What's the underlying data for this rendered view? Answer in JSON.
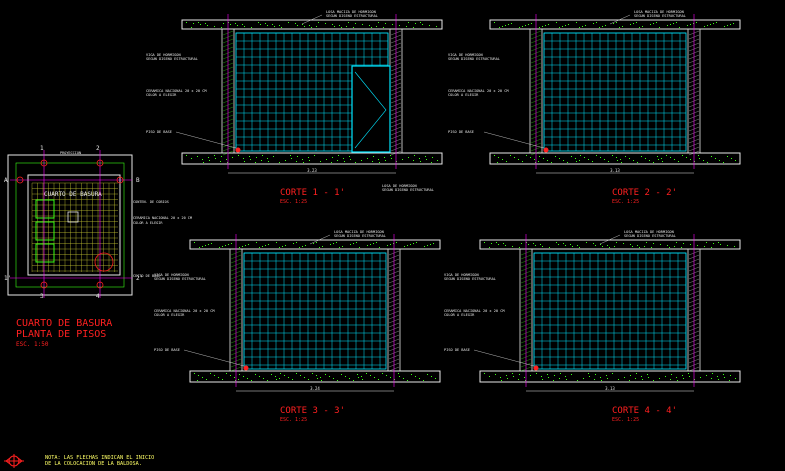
{
  "colors": {
    "background": "#000000",
    "tile_grid": "#00e5ff",
    "wall_white": "#e8e8e8",
    "slab_green": "#39ff14",
    "title_red": "#ff2020",
    "axis_magenta": "#ff00ff",
    "notes_yellow": "#ffff66",
    "tile_plan": "#c8c832"
  },
  "plan": {
    "title": "CUARTO DE BASURA",
    "subtitle": "PLANTA DE PISOS",
    "scale": "ESC. 1:50",
    "room_label": "CUARTO DE BASURA",
    "note_top": "PROYECCION",
    "note_right1": "CONTEN. DE COBIOS",
    "note_right2": "CERAMICA NACIONAL 20 x 20 CM",
    "note_right3": "COLOR A ELEGIR",
    "note_bottom_right": "CESTO DE BASE",
    "axis_labels": [
      "1",
      "2",
      "3",
      "4",
      "A",
      "B",
      "1'",
      "2'"
    ]
  },
  "sections": [
    {
      "title": "CORTE 1 - 1'",
      "scale": "ESC. 1:25",
      "note_top": "LOSA MACIZA DE HORMIGON",
      "note_top2": "SEGUN DISENO ESTRUCTURAL",
      "note_beam1": "VIGA DE HORMIGON",
      "note_beam2": "SEGUN DISENO ESTRUCTURAL",
      "note_tile1": "CERAMICA NACIONAL 20 x 20 CM",
      "note_tile2": "COLOR A ELEGIR",
      "note_floor": "PISO DE BASE",
      "note_bottom1": "LOSA DE HORMIGON",
      "note_bottom2": "SEGUN DISENO ESTRUCTURAL",
      "dim": "3.23"
    },
    {
      "title": "CORTE 2 - 2'",
      "scale": "ESC. 1:25",
      "note_top": "LOSA MACIZA DE HORMIGON",
      "note_top2": "SEGUN DISENO ESTRUCTURAL",
      "note_beam1": "VIGA DE HORMIGON",
      "note_beam2": "SEGUN DISENO ESTRUCTURAL",
      "note_tile1": "CERAMICA NACIONAL 20 x 20 CM",
      "note_tile2": "COLOR A ELEGIR",
      "note_floor": "PISO DE BASE",
      "dim": "3.13"
    },
    {
      "title": "CORTE 3 - 3'",
      "scale": "ESC. 1:25",
      "note_top": "LOSA MACIZA DE HORMIGON",
      "note_top2": "SEGUN DISENO ESTRUCTURAL",
      "note_beam1": "VIGA DE HORMIGON",
      "note_beam2": "SEGUN DISENO ESTRUCTURAL",
      "note_tile1": "CERAMICA NACIONAL 20 x 20 CM",
      "note_tile2": "COLOR A ELEGIR",
      "note_floor": "PISO DE BASE",
      "dim": "3.24"
    },
    {
      "title": "CORTE 4 - 4'",
      "scale": "ESC. 1:25",
      "note_top": "LOSA MACIZA DE HORMIGON",
      "note_top2": "SEGUN DISENO ESTRUCTURAL",
      "note_beam1": "VIGA DE HORMIGON",
      "note_beam2": "SEGUN DISENO ESTRUCTURAL",
      "note_tile1": "CERAMICA NACIONAL 20 x 20 CM",
      "note_tile2": "COLOR A ELEGIR",
      "note_floor": "PISO DE BASE",
      "dim": "3.13"
    }
  ],
  "footer": {
    "note_line1": "NOTA: LAS FLECHAS INDICAN EL INICIO",
    "note_line2": "DE LA COLOCACION DE LA BALDOSA."
  }
}
